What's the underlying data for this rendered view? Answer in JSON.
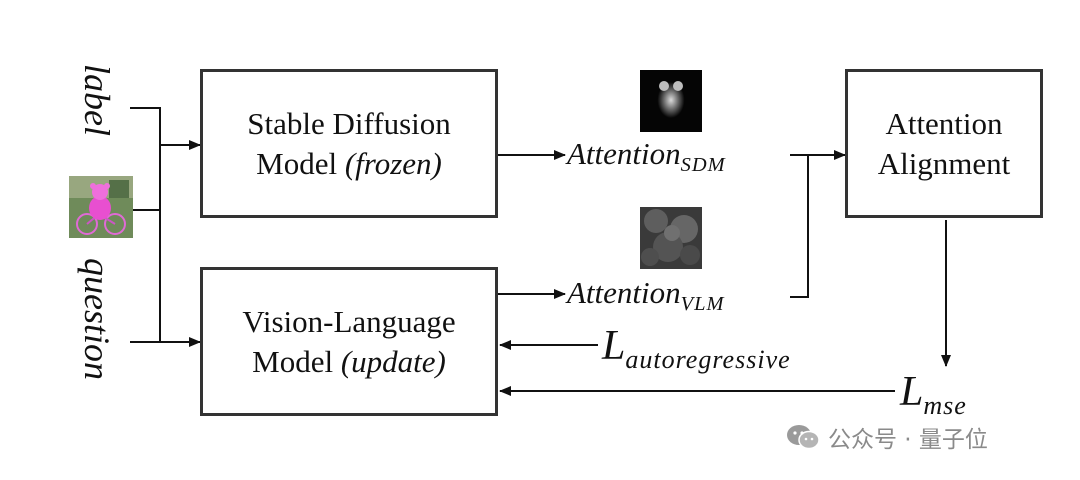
{
  "inputs": {
    "label": "label",
    "question": "question"
  },
  "sdm": {
    "line1": "Stable Diffusion",
    "line2_prefix": "Model ",
    "line2_italic": "(frozen)"
  },
  "vlm": {
    "line1": "Vision-Language",
    "line2_prefix": "Model ",
    "line2_italic": "(update)"
  },
  "align": {
    "line1": "Attention",
    "line2": "Alignment"
  },
  "attn_sdm": {
    "base": "Attention",
    "sub": "SDM"
  },
  "attn_vlm": {
    "base": "Attention",
    "sub": "VLM"
  },
  "loss_ar": {
    "base": "L",
    "sub": "autoregressive"
  },
  "loss_mse": {
    "base": "L",
    "sub": "mse"
  },
  "watermark": {
    "text": "公众号 · 量子位",
    "icon": "wechat-icon"
  },
  "colors": {
    "box_border": "#333333",
    "arrow": "#111111",
    "teddy": "#e84fd0",
    "watermark": "#8a8a8a"
  }
}
